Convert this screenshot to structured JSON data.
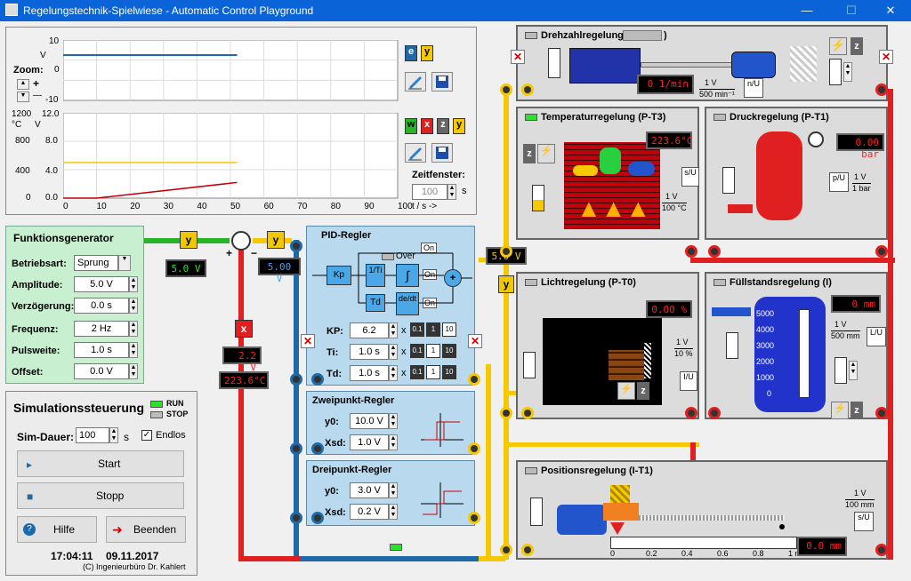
{
  "window": {
    "title": "Regelungstechnik-Spielwiese - Automatic Control Playground"
  },
  "chart_top": {
    "y_ticks": [
      "10",
      "0",
      "-10"
    ],
    "y_unit": "V",
    "zoom_label": "Zoom:",
    "plus": "+",
    "minus": "—",
    "btn_e": "e",
    "btn_y": "y"
  },
  "chart_bottom": {
    "y_ticks_v": [
      "12.0",
      "8.0",
      "4.0",
      "0.0"
    ],
    "y_ticks_c": [
      "1200",
      "800",
      "400",
      "0"
    ],
    "unit_c": "°C",
    "unit_v": "V",
    "x_ticks": [
      "0",
      "10",
      "20",
      "30",
      "40",
      "50",
      "60",
      "70",
      "80",
      "90",
      "100"
    ],
    "x_label": "t / s ->",
    "btn_w": "w",
    "btn_x": "x",
    "btn_z": "z",
    "btn_y": "y",
    "zeitfenster_label": "Zeitfenster:",
    "zeitfenster_value": "100",
    "zeitfenster_unit": "s"
  },
  "chart_data": [
    {
      "type": "line",
      "xlim": [
        0,
        100
      ],
      "ylim": [
        -10,
        10
      ],
      "series": [
        {
          "x": [
            0,
            52
          ],
          "y": [
            5,
            5
          ],
          "color": "#1e6aa8"
        }
      ]
    },
    {
      "type": "line",
      "xlim": [
        0,
        100
      ],
      "ylim": [
        0,
        12
      ],
      "series": [
        {
          "x": [
            0,
            52
          ],
          "y": [
            5,
            5
          ],
          "color": "#f5c800"
        },
        {
          "x": [
            0,
            10,
            52
          ],
          "y": [
            0,
            0,
            2.2
          ],
          "color": "#c0000a"
        }
      ]
    }
  ],
  "funktionsgenerator": {
    "title": "Funktionsgenerator",
    "rows": [
      {
        "label": "Betriebsart:",
        "value": "Sprung"
      },
      {
        "label": "Amplitude:",
        "value": "5.0 V"
      },
      {
        "label": "Verzögerung:",
        "value": "0.0 s"
      },
      {
        "label": "Frequenz:",
        "value": "2 Hz"
      },
      {
        "label": "Pulsweite:",
        "value": "1.0 s"
      },
      {
        "label": "Offset:",
        "value": "0.0 V"
      }
    ]
  },
  "simulation": {
    "title": "Simulationssteuerung",
    "run": "RUN",
    "stop": "STOP",
    "simdauer_label": "Sim-Dauer:",
    "simdauer_value": "100",
    "simdauer_unit": "s",
    "endlos": "Endlos",
    "start": "Start",
    "stopp": "Stopp",
    "hilfe": "Hilfe",
    "beenden": "Beenden",
    "time": "17:04:11",
    "date": "09.11.2017",
    "copyright": "(C) Ingenieurbüro Dr. Kahlert"
  },
  "signals": {
    "y1": "y",
    "w_val": "5.0 V",
    "y2": "y",
    "e_val": "5.00 V",
    "x_tag": "x",
    "x_val": "2.2 V",
    "temp_val": "223.6°C",
    "y_side": "y",
    "u_val": "5.0 V",
    "plus": "+",
    "minus": "−"
  },
  "pid": {
    "title": "PID-Regler",
    "over": "Over",
    "on": "On",
    "kp_sym": "Kp",
    "ti_sym": "1/Ti",
    "int_sym": "∫",
    "td_sym": "Td",
    "ddt_sym": "de/dt",
    "sum": "+",
    "params": [
      {
        "label": "KP:",
        "value": "6.2"
      },
      {
        "label": "Ti:",
        "value": "1.0 s"
      },
      {
        "label": "Td:",
        "value": "1.0 s"
      }
    ],
    "mult": "x",
    "m1": "0.1",
    "m2": "1",
    "m3": "10"
  },
  "zweipunkt": {
    "title": "Zweipunkt-Regler",
    "y0_label": "y0:",
    "y0_value": "10.0 V",
    "xsd_label": "Xsd:",
    "xsd_value": "1.0 V"
  },
  "dreipunkt": {
    "title": "Dreipunkt-Regler",
    "y0_label": "y0:",
    "y0_value": "3.0 V",
    "xsd_label": "Xsd:",
    "xsd_value": "0.2 V"
  },
  "drehzahl": {
    "title": "Drehzahlregelung (",
    "title_tail": ")",
    "value": "0 1/min",
    "scale_top": "1 V",
    "scale_bottom": "500 min⁻¹",
    "z": "z"
  },
  "temperatur": {
    "title": "Temperaturregelung (P-T3)",
    "value": "223.6°C",
    "scale_top": "1 V",
    "scale_bottom": "100 °C",
    "z": "z"
  },
  "druck": {
    "title": "Druckregelung (P-T1)",
    "value": "0.00 bar",
    "scale_top": "1 V",
    "scale_bottom": "1 bar"
  },
  "licht": {
    "title": "Lichtregelung (P-T0)",
    "value": "0.00 %",
    "scale_top": "1 V",
    "scale_bottom": "10 %",
    "z": "z"
  },
  "fuellstand": {
    "title": "Füllstandsregelung (I)",
    "value": "0 mm",
    "scale_top": "1 V",
    "scale_bottom": "500 mm",
    "ticks": [
      "5000",
      "4000",
      "3000",
      "2000",
      "1000",
      "0"
    ],
    "z": "z"
  },
  "position": {
    "title": "Positionsregelung (I-T1)",
    "value": "0.0 mm",
    "scale_top": "1 V",
    "scale_bottom": "100 mm",
    "ticks": [
      "0",
      "0.2",
      "0.4",
      "0.6",
      "0.8",
      "1 m"
    ]
  },
  "su": "s/U",
  "iu": "I/U",
  "pu": "p/U",
  "lu": "L/U",
  "nu": "n/U"
}
